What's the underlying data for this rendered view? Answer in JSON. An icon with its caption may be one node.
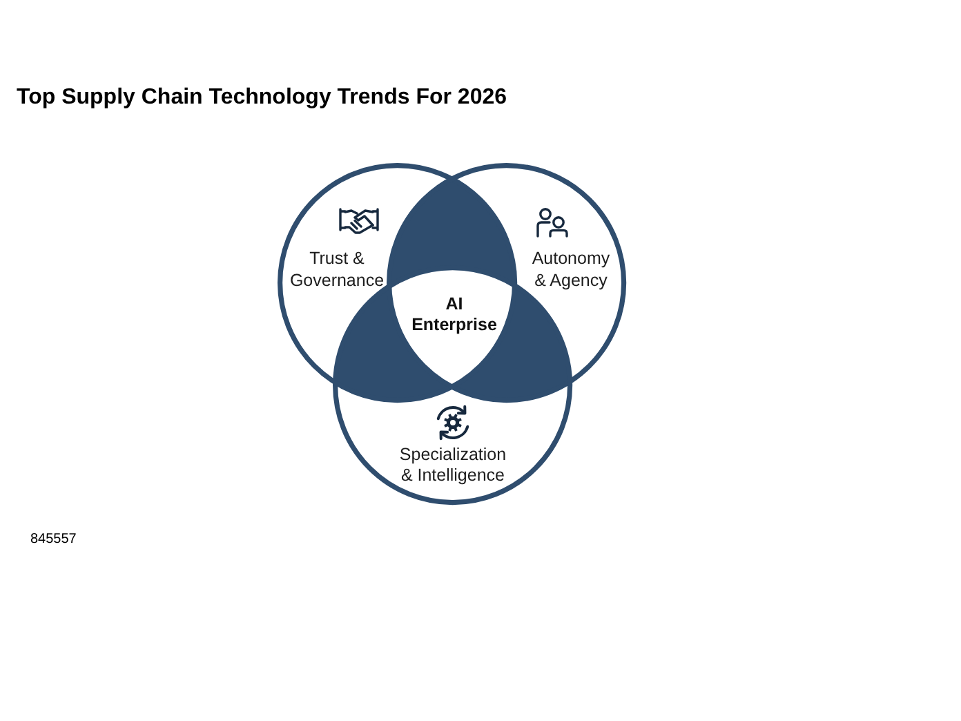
{
  "diagram": {
    "title": "Top Supply Chain Technology Trends For 2026",
    "nodes": [
      {
        "text": [
          "Trust & Governance"
        ]
      },
      {
        "text": [
          "Autonomy & Agency"
        ]
      },
      {
        "text": [
          "AI Enterprise"
        ]
      },
      {
        "text": [
          "Specialization & Intelligence"
        ]
      }
    ],
    "labels": [
      "845557"
    ]
  }
}
